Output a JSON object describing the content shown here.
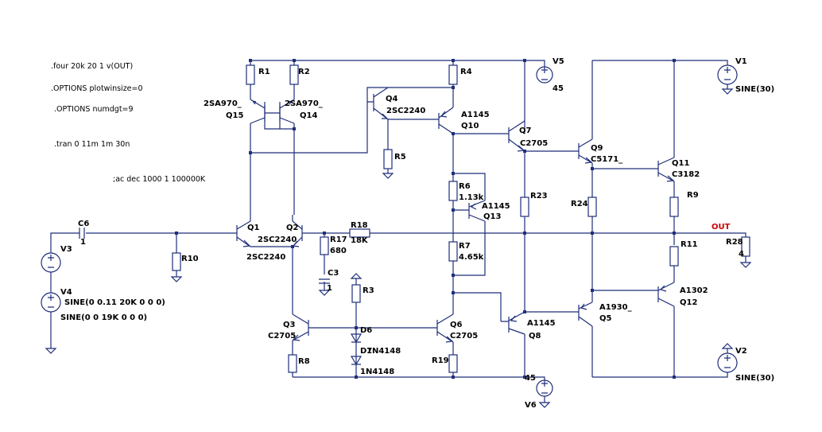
{
  "directives": {
    "four": ".four 20k 20 1 v(OUT)",
    "plotwinsize": ".OPTIONS plotwinsize=0",
    "numdgt": ".OPTIONS numdgt=9",
    "tran": ".tran 0 11m 1m 30n",
    "ac": ";ac dec 1000 1 100000K"
  },
  "net_label": "OUT",
  "labels": {
    "R1": "R1",
    "R2": "R2",
    "Q15": "Q15",
    "Q15_model": "2SA970_",
    "Q14": "Q14",
    "Q14_model": "2SA970_",
    "Q4": "Q4",
    "Q4_model": "2SC2240",
    "R5": "R5",
    "R4": "R4",
    "Q10": "Q10",
    "Q10_model": "A1145",
    "V5": "V5",
    "V5_value": "45",
    "Q7": "Q7",
    "Q7_model": "C2705",
    "Q9": "Q9",
    "Q9_model": "C5171_",
    "V1": "V1",
    "V1_value": "SINE(30)",
    "Q11": "Q11",
    "Q11_model": "C3182",
    "R9": "R9",
    "R11": "R11",
    "R23": "R23",
    "R24": "R24",
    "R6": "R6",
    "R6_value": "1.13k",
    "Q13": "Q13",
    "Q13_model": "A1145",
    "R7": "R7",
    "R7_value": "4.65k",
    "Q1": "Q1",
    "Q1_model": "2SC2240",
    "Q2": "Q2",
    "Q2_model": "2SC2240",
    "C6": "C6",
    "C6_value": "1",
    "R10": "R10",
    "R18": "R18",
    "R18_value": "18K",
    "R17": "R17",
    "R17_value": "680",
    "C3": "C3",
    "C3_value": "1",
    "V3": "V3",
    "V4": "V4",
    "V4_value1": "SINE(0 0.11 20K 0 0 0)",
    "V4_value2": "SINE(0 0 19K 0 0 0)",
    "R28": "R28",
    "R28_value": "4",
    "R3": "R3",
    "Q3": "Q3",
    "Q3_model": "C2705",
    "R8": "R8",
    "D6": "D6",
    "D6_model": "1N4148",
    "D7": "D7",
    "D7_model": "1N4148",
    "Q6": "Q6",
    "Q6_model": "C2705",
    "R19": "R19",
    "Q8": "Q8",
    "Q8_model": "A1145",
    "Q5": "Q5",
    "Q5_model": "A1930_",
    "Q12": "Q12",
    "Q12_model": "A1302",
    "V2": "V2",
    "V2_value": "SINE(30)",
    "V6": "V6",
    "V6_value": "45"
  },
  "colors": {
    "wire": "#1f2f7a",
    "text": "#000000",
    "net_label": "#cc0000",
    "background": "#ffffff"
  }
}
